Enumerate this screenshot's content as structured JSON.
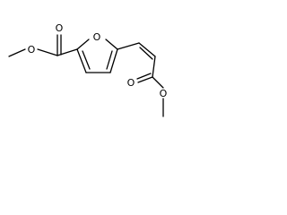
{
  "molecule": {
    "atoms": {
      "ring_oxygen": "O",
      "ester1_carbonyl_oxygen": "O",
      "ester1_ether_oxygen": "O",
      "ester2_carbonyl_oxygen": "O",
      "ester2_ether_oxygen": "O"
    }
  },
  "colors": {
    "bond": "#000000",
    "background": "#ffffff"
  }
}
